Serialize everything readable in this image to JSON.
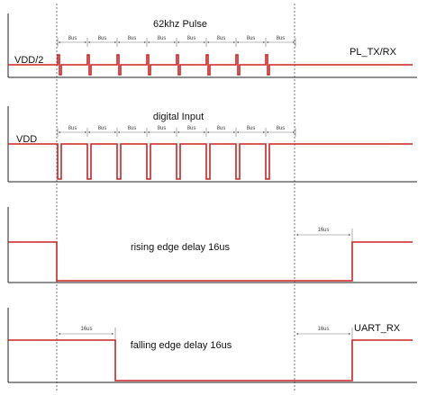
{
  "colors": {
    "signal": "#cc2222",
    "axis": "#222222",
    "guide": "#555555",
    "dim": "#777777",
    "text": "#111111"
  },
  "panels": [
    {
      "id": "pl-pulse",
      "title": "62khz Pulse",
      "left_label": "VDD/2",
      "right_label": "PL_TX/RX",
      "segment_label": "8us",
      "segment_count": 8
    },
    {
      "id": "digital",
      "title": "digital Input",
      "left_label": "VDD",
      "right_label": "",
      "segment_label": "8us",
      "segment_count": 8
    },
    {
      "id": "rising",
      "title": "rising edge delay 16us",
      "left_label": "",
      "right_label": "",
      "delay_label": "16us"
    },
    {
      "id": "falling",
      "title": "falling edge delay 16us",
      "left_label": "",
      "right_label": "UART_RX",
      "delay_label_left": "16us",
      "delay_label_right": "16us"
    }
  ]
}
